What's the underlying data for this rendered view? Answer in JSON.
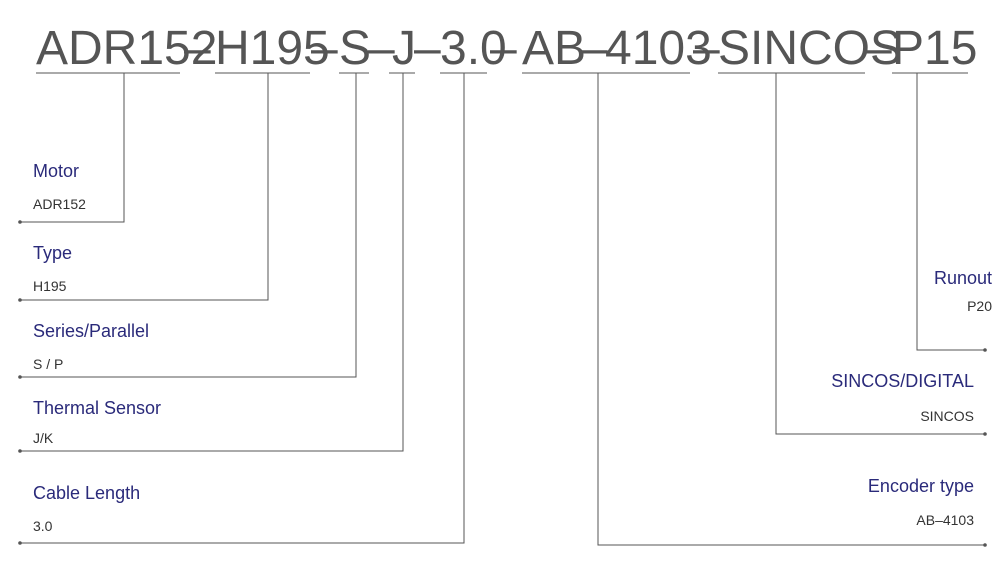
{
  "part_code": {
    "segments": [
      "ADR152",
      "–",
      "H195",
      "–",
      "S",
      "–",
      "J",
      "–",
      "3.0",
      "–",
      "AB",
      "–",
      "4103",
      "–",
      "SINCOS",
      "–",
      "P15"
    ]
  },
  "fields_left": [
    {
      "name": "Motor",
      "value": "ADR152"
    },
    {
      "name": "Type",
      "value": "H195"
    },
    {
      "name": "Series/Parallel",
      "value": "S / P"
    },
    {
      "name": "Thermal Sensor",
      "value": "J/K"
    },
    {
      "name": "Cable Length",
      "value": "3.0"
    }
  ],
  "fields_right": [
    {
      "name": "Runout",
      "value": "P20"
    },
    {
      "name": "SINCOS/DIGITAL",
      "value": "SINCOS"
    },
    {
      "name": "Encoder type",
      "value": "AB–4103"
    }
  ],
  "colors": {
    "code_text": "#555555",
    "label_text": "#2a2a7a",
    "value_text": "#333333",
    "lines": "#555555"
  }
}
